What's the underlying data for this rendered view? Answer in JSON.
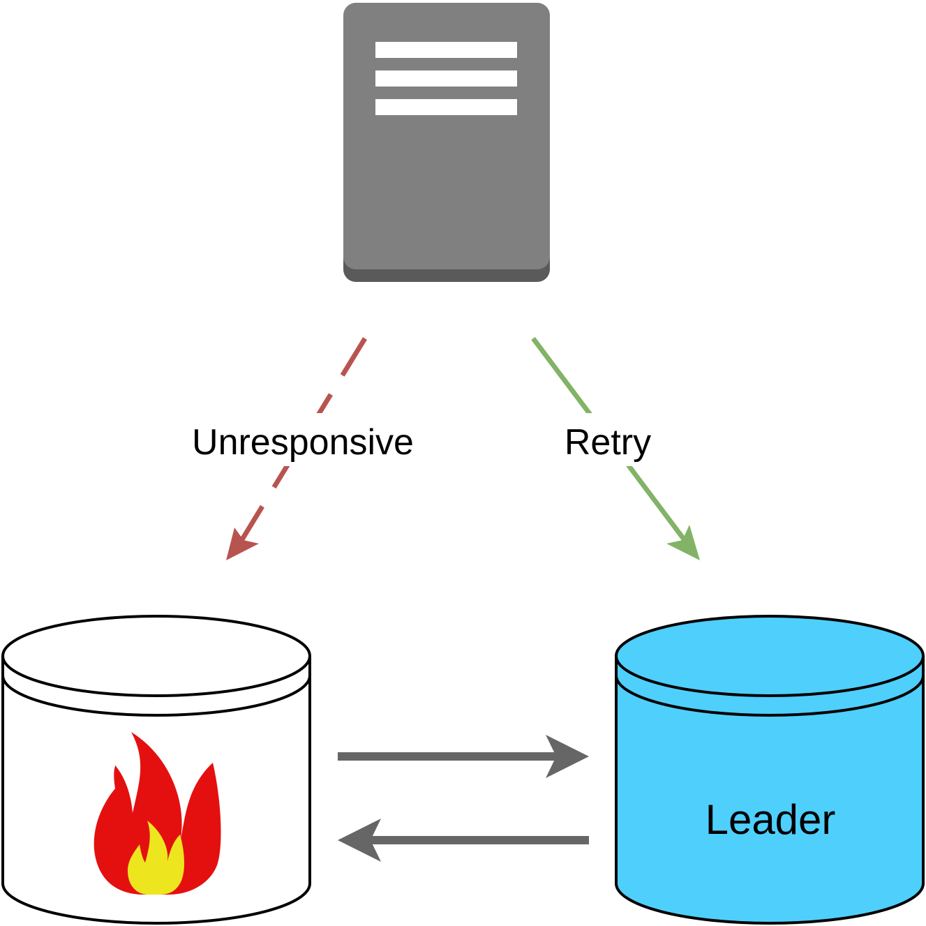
{
  "edges": {
    "unresponsive_label": "Unresponsive",
    "retry_label": "Retry"
  },
  "nodes": {
    "leader_label": "Leader"
  },
  "colors": {
    "server_body": "#808080",
    "server_base": "#5a5a5a",
    "unresponsive_arrow": "#b85450",
    "retry_arrow": "#82b366",
    "leader_fill": "#4fcffc",
    "failed_db_fill": "#ffffff",
    "replication_arrow": "#666666",
    "flame_outer": "#e41010",
    "flame_inner": "#ede61f"
  },
  "icons": {
    "server": "server-icon",
    "fire": "fire-icon"
  }
}
